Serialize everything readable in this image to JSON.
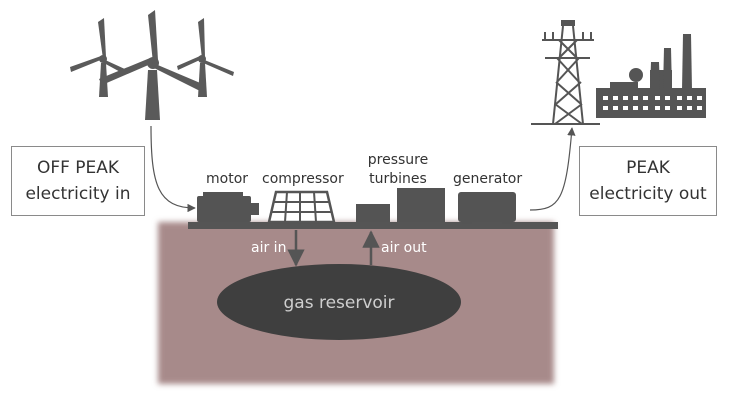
{
  "off_peak_box": {
    "line1": "OFF PEAK",
    "line2": "electricity in"
  },
  "peak_box": {
    "line1": "PEAK",
    "line2": "electricity out"
  },
  "components": {
    "motor": "motor",
    "compressor": "compressor",
    "turbines_line1": "pressure",
    "turbines_line2": "turbines",
    "generator": "generator"
  },
  "flows": {
    "air_in": "air in",
    "air_out": "air out"
  },
  "reservoir": {
    "label": "gas reservoir"
  },
  "icons": [
    "wind-turbine-icon",
    "power-pylon-icon",
    "factory-icon",
    "motor-icon",
    "compressor-icon",
    "turbine-icon",
    "generator-icon"
  ],
  "colors": {
    "ground": "#a78a8a",
    "machine": "#545454",
    "reservoir": "#3f3f3f",
    "border": "#8a8a8a"
  }
}
